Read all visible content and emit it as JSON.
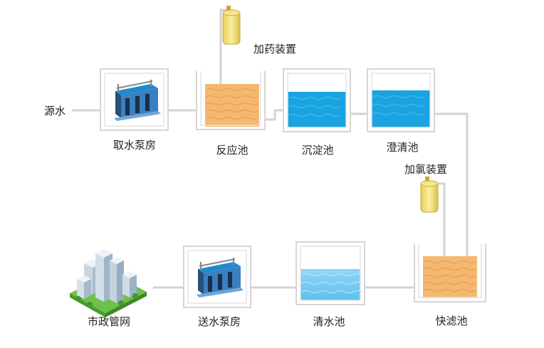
{
  "labels": {
    "source_water": "源水",
    "intake_pump_house": "取水泵房",
    "reaction_tank": "反应池",
    "sedimentation_tank": "沉淀池",
    "clarification_tank": "澄清池",
    "dosing_device": "加药装置",
    "chlorination_device": "加氯装置",
    "fast_filter": "快滤池",
    "clear_water_tank": "清水池",
    "delivery_pump_house": "送水泵房",
    "municipal_network": "市政管网"
  },
  "colors": {
    "frame": "#d6d6d6",
    "pipe": "#d3d3d3",
    "water_blue": "#1aa3e0",
    "water_light_blue": "#8fd3f2",
    "sand_orange": "#f4b870",
    "sand_wave": "#e9a458",
    "tank_yellow": "#f3e07c"
  }
}
